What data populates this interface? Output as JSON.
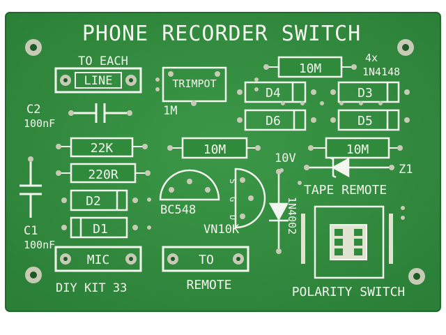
{
  "board": {
    "colors": {
      "substrate": "#2f8a3c",
      "substrate_edge": "#1f6a2a",
      "silkscreen": "#f4f7ef",
      "copper_pad": "#c7cbb5",
      "hole": "#1e5a26"
    },
    "title": "PHONE RECORDER SWITCH",
    "labels": {
      "to_each": "TO EACH",
      "line": "LINE",
      "trimpot": "TRIMPOT",
      "one_meg": "1M",
      "c2": "C2",
      "c2_value": "100nF",
      "c1": "C1",
      "c1_value": "100nF",
      "r_22k": "22K",
      "r_220r": "220R",
      "d1": "D1",
      "d2": "D2",
      "d3": "D3",
      "d4": "D4",
      "d5": "D5",
      "d6": "D6",
      "r_10m_top": "10M",
      "r_10m_mid": "10M",
      "r_10m_right": "10M",
      "diode_count": "4x",
      "diode_part": "1N4148",
      "zener_voltage": "10V",
      "zener": "Z1",
      "tape_remote": "TAPE REMOTE",
      "bc548": "BC548",
      "vn10k": "VN10K",
      "pin_s": "S",
      "pin_g": "G",
      "pin_d": "D",
      "diode_1n4002": "1N4002",
      "mic": "MIC",
      "to": "TO",
      "remote": "REMOTE",
      "kit": "DIY KIT 33",
      "polarity_switch": "POLARITY SWITCH"
    }
  }
}
